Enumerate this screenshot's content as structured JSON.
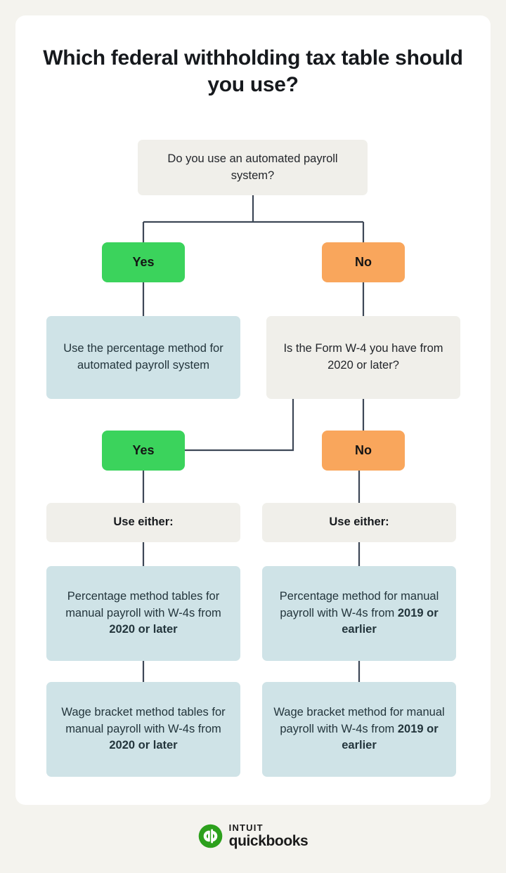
{
  "page": {
    "background_color": "#f4f3ee",
    "card_color": "#ffffff",
    "title": "Which federal withholding tax table should you use?"
  },
  "palette": {
    "yes_green": "#3bd35c",
    "no_orange": "#f9a65c",
    "result_blue": "#cfe3e7",
    "question_gray": "#f0efea",
    "connector": "#3d4756",
    "text_dark": "#16191d",
    "logo_green": "#2ca01c"
  },
  "flowchart": {
    "type": "decision-tree",
    "nodes": {
      "q1": {
        "kind": "question",
        "text": "Do you use an automated payroll system?"
      },
      "a1_yes": {
        "kind": "answer",
        "text": "Yes",
        "color": "#3bd35c"
      },
      "a1_no": {
        "kind": "answer",
        "text": "No",
        "color": "#f9a65c"
      },
      "r_auto": {
        "kind": "result",
        "text": "Use the percentage method for automated payroll system"
      },
      "q2": {
        "kind": "question",
        "text": "Is the Form W-4 you have from 2020 or later?"
      },
      "a2_yes": {
        "kind": "answer",
        "text": "Yes",
        "color": "#3bd35c"
      },
      "a2_no": {
        "kind": "answer",
        "text": "No",
        "color": "#f9a65c"
      },
      "ue_left": {
        "kind": "label",
        "text": "Use either:"
      },
      "ue_right": {
        "kind": "label",
        "text": "Use either:"
      },
      "res_l1": {
        "kind": "result",
        "text_plain": "Percentage method tables for manual payroll with W-4s from 2020 or later",
        "text_regular": "Percentage method tables for manual payroll with W-4s from ",
        "text_bold": "2020 or later"
      },
      "res_r1": {
        "kind": "result",
        "text_plain": "Percentage method for manual payroll with W-4s from 2019 or earlier",
        "text_regular": "Percentage method for manual payroll with W-4s from ",
        "text_bold": "2019 or earlier"
      },
      "res_l2": {
        "kind": "result",
        "text_plain": "Wage bracket method tables for manual payroll with W-4s from 2020 or later",
        "text_regular": "Wage bracket method tables for manual payroll with W-4s from ",
        "text_bold": "2020 or later"
      },
      "res_r2": {
        "kind": "result",
        "text_plain": "Wage bracket method for manual payroll with W-4s from 2019 or earlier",
        "text_regular": "Wage bracket method for manual payroll with W-4s from ",
        "text_bold": "2019 or earlier"
      }
    },
    "edges": [
      {
        "from": "q1",
        "to": "a1_yes",
        "label": "Yes"
      },
      {
        "from": "q1",
        "to": "a1_no",
        "label": "No"
      },
      {
        "from": "a1_yes",
        "to": "r_auto"
      },
      {
        "from": "a1_no",
        "to": "q2"
      },
      {
        "from": "q2",
        "to": "a2_yes",
        "label": "Yes"
      },
      {
        "from": "q2",
        "to": "a2_no",
        "label": "No"
      },
      {
        "from": "a2_yes",
        "to": "ue_left"
      },
      {
        "from": "a2_no",
        "to": "ue_right"
      },
      {
        "from": "ue_left",
        "to": "res_l1"
      },
      {
        "from": "res_l1",
        "to": "res_l2"
      },
      {
        "from": "ue_right",
        "to": "res_r1"
      },
      {
        "from": "res_r1",
        "to": "res_r2"
      }
    ]
  },
  "footer": {
    "brand_top": "INTUIT",
    "brand_bottom": "quickbooks",
    "mark_letters": "qb"
  }
}
